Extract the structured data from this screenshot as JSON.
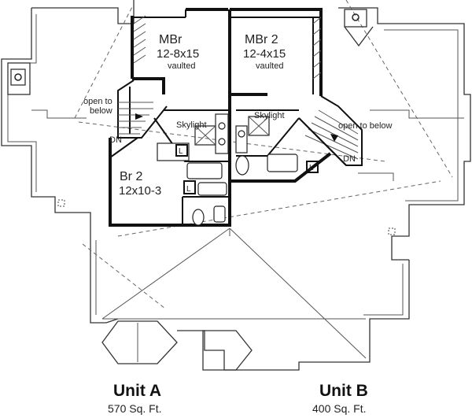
{
  "units": [
    {
      "title": "Unit A",
      "area": "570 Sq. Ft."
    },
    {
      "title": "Unit B",
      "area": "400 Sq. Ft."
    }
  ],
  "rooms": {
    "mbr": {
      "name": "MBr",
      "dims": "12-8x15",
      "note": "vaulted"
    },
    "mbr2": {
      "name": "MBr 2",
      "dims": "12-4x15",
      "note": "vaulted"
    },
    "br2": {
      "name": "Br 2",
      "dims": "12x10-3"
    }
  },
  "labels": {
    "open_left_1": "open to",
    "open_left_2": "below",
    "open_right": "open to below",
    "dn_left": "DN",
    "dn_right": "DN",
    "skylight_left": "Skylight",
    "skylight_right": "Skylight",
    "linen_1": "L",
    "linen_2": "L",
    "linen_3": "L"
  }
}
